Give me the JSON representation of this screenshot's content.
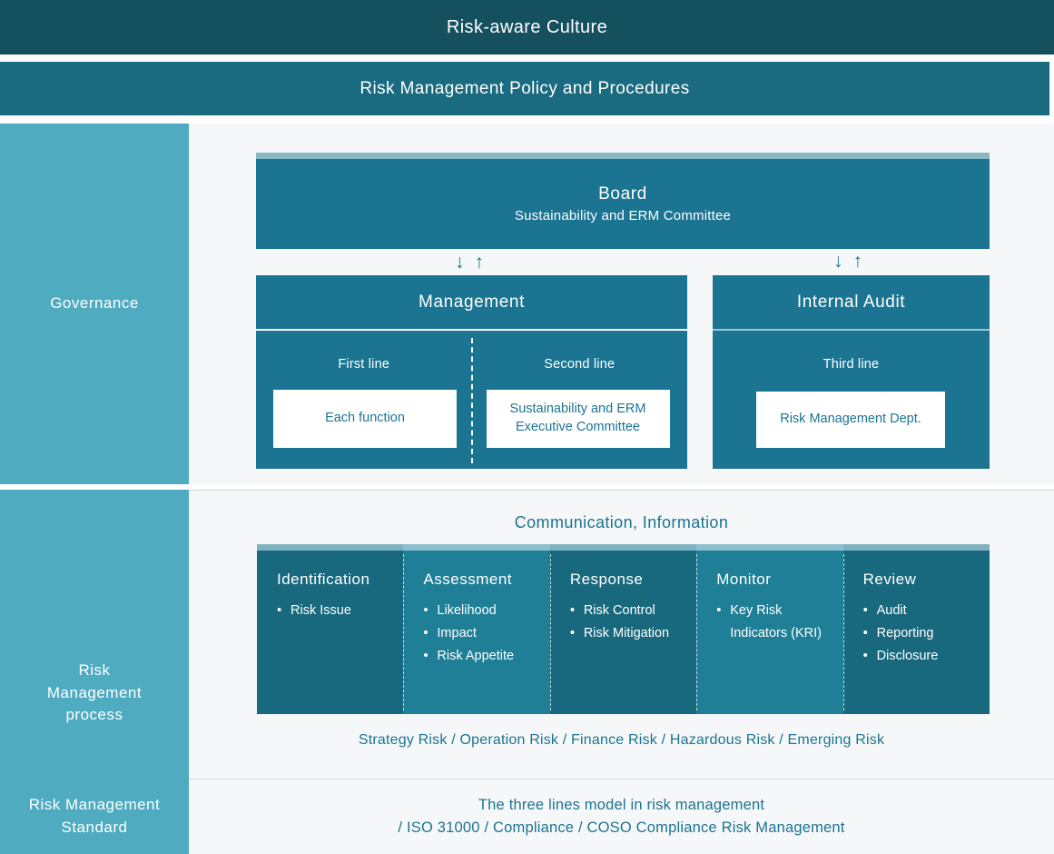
{
  "banners": {
    "culture": "Risk-aware Culture",
    "policy": "Risk Management Policy and Procedures"
  },
  "governance": {
    "sidebar_label": "Governance",
    "board": {
      "title": "Board",
      "subtitle": "Sustainability and ERM Committee"
    },
    "arrows": {
      "down": "↓",
      "up": "↑",
      "bidirectional": "↔"
    },
    "management": {
      "title": "Management",
      "lines": [
        {
          "label": "First line",
          "chip": "Each function"
        },
        {
          "label": "Second line",
          "chip": "Sustainability and ERM\nExecutive Committee"
        }
      ]
    },
    "internal_audit": {
      "title": "Internal Audit",
      "lines": [
        {
          "label": "Third line",
          "chip": "Risk Management Dept."
        }
      ]
    }
  },
  "process": {
    "sidebar_label": "Risk\nManagement\nprocess",
    "communication_label": "Communication, Information",
    "columns": [
      {
        "title": "Identification",
        "items": [
          "Risk Issue"
        ],
        "shade": "dark"
      },
      {
        "title": "Assessment",
        "items": [
          "Likelihood",
          "Impact",
          "Risk Appetite"
        ],
        "shade": "light"
      },
      {
        "title": "Response",
        "items": [
          "Risk Control",
          "Risk Mitigation"
        ],
        "shade": "dark"
      },
      {
        "title": "Monitor",
        "items": [
          "Key Risk Indicators (KRI)"
        ],
        "shade": "light"
      },
      {
        "title": "Review",
        "items": [
          "Audit",
          "Reporting",
          "Disclosure"
        ],
        "shade": "dark"
      }
    ],
    "risk_types": "Strategy Risk / Operation Risk / Finance Risk / Hazardous Risk / Emerging Risk"
  },
  "standard": {
    "sidebar_label": "Risk Management\nStandard",
    "line1": "The three lines model in risk management",
    "line2": "/ ISO 31000 / Compliance / COSO Compliance Risk Management"
  },
  "colors": {
    "banner_dark": "#15505f",
    "banner_mid": "#1a6a80",
    "sidebar": "#4fabc0",
    "box_teal": "#1b7491",
    "process_dark": "#18697d",
    "process_light": "#1f7f96",
    "panel_bg": "#f6f7f8",
    "text_teal": "#1b7491"
  }
}
